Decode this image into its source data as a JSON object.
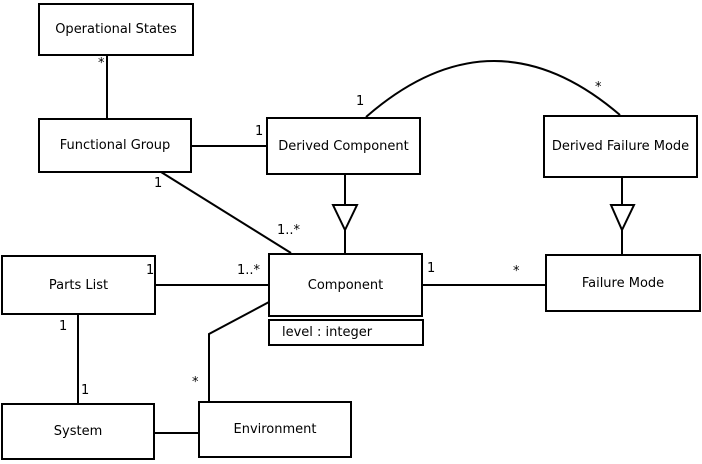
{
  "diagram": {
    "type": "uml-class-diagram",
    "colors": {
      "stroke": "#000000",
      "background": "#ffffff",
      "box_fill": "#ffffff"
    },
    "classes": {
      "operational_states": {
        "label": "Operational States"
      },
      "functional_group": {
        "label": "Functional Group"
      },
      "derived_component": {
        "label": "Derived Component"
      },
      "derived_failure_mode": {
        "label": "Derived Failure Mode"
      },
      "parts_list": {
        "label": "Parts List"
      },
      "component": {
        "label": "Component",
        "attribute": "level : integer"
      },
      "failure_mode": {
        "label": "Failure Mode"
      },
      "system": {
        "label": "System"
      },
      "environment": {
        "label": "Environment"
      }
    },
    "multiplicities": {
      "operational_states_functional_group": "*",
      "functional_group_derived_component": "1",
      "functional_group_component_source": "1",
      "functional_group_component_target": "1..*",
      "derived_component_arc": "1",
      "derived_failure_mode_arc": "*",
      "parts_list_component_source": "1",
      "parts_list_component_target": "1..*",
      "component_failure_mode_source": "1",
      "component_failure_mode_target": "*",
      "parts_list_system_source": "1",
      "parts_list_system_target": "1",
      "environment_component_source": "*"
    },
    "relationships": [
      "Operational States - Functional Group (association)",
      "Functional Group - Derived Component (association)",
      "Functional Group - Component (association)",
      "Derived Component - Component (generalization)",
      "Derived Component - Derived Failure Mode (arc association)",
      "Derived Failure Mode - Failure Mode (generalization)",
      "Parts List - Component (association)",
      "Component - Failure Mode (association)",
      "Parts List - System (association)",
      "System - Environment (association)",
      "Environment - Component (association)"
    ]
  }
}
